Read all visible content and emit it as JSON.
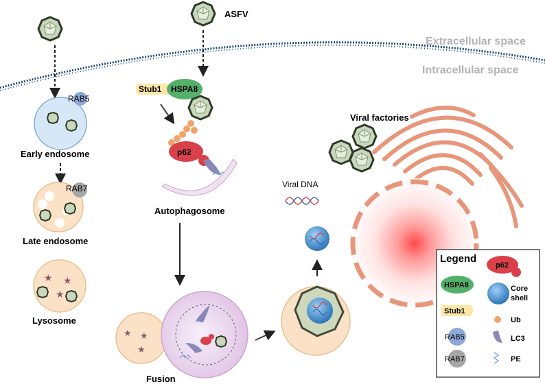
{
  "labels": {
    "asfv": "ASFV",
    "extracellular": "Extracellular space",
    "intracellular": "Intracellular space",
    "early_endosome": "Early endosome",
    "late_endosome": "Late endosome",
    "lysosome": "Lysosome",
    "autophagosome": "Autophagosome",
    "fusion": "Fusion",
    "viral_dna": "Viral DNA",
    "viral_factories": "Viral factories",
    "rab5": "RAB5",
    "rab7": "RAB7",
    "stub1": "Stub1",
    "hspa8": "HSPA8",
    "p62": "p62"
  },
  "legend": {
    "title": "Legend",
    "p62": "p62",
    "hspa8": "HSPA8",
    "core_shell_line1": "Core",
    "core_shell_line2": "shell",
    "stub1": "Stub1",
    "ub": "Ub",
    "rab5": "RAB5",
    "lc3": "LC3",
    "rab7": "RAB7",
    "pe": "PE"
  },
  "colors": {
    "virus_fill": "#c9d8bd",
    "virus_edge": "#2f3a28",
    "early_endosome": "#d6e8f7",
    "late_endosome": "#fbe1c6",
    "rab5": "#8ea9d9",
    "rab7": "#a6a6a6",
    "p62": "#d9404a",
    "hspa8": "#55b06a",
    "stub1": "#fde7a6",
    "ub": "#f2a36b",
    "lc3": "#8b87b8",
    "core_shell": "#3a86c8",
    "er": "#e8967a",
    "nucleus_center": "#ff3b3b",
    "membrane": "#1f4e78"
  }
}
